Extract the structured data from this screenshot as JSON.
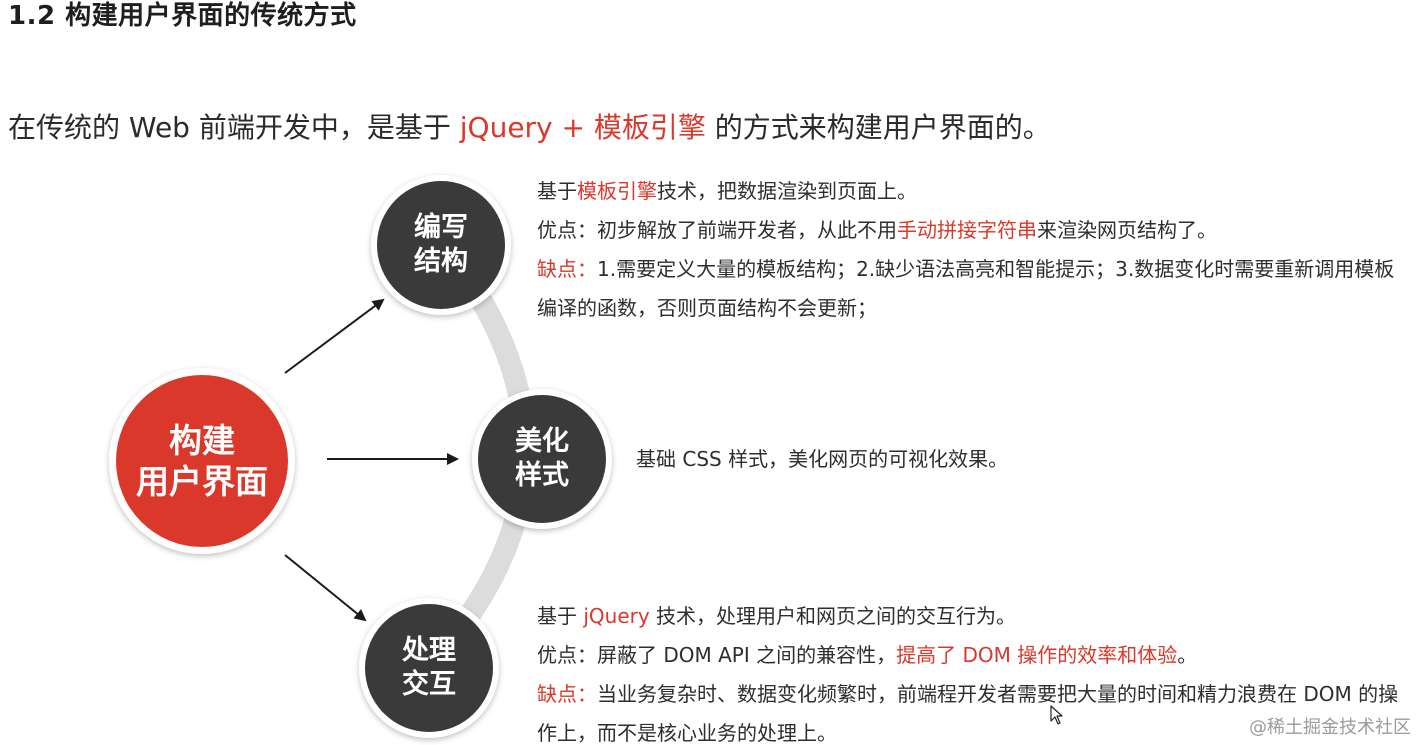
{
  "heading": "1.2 构建用户界面的传统方式",
  "intro": {
    "prefix": "在传统的 Web 前端开发中，是基于 ",
    "highlight": "jQuery + 模板引擎",
    "suffix": " 的方式来构建用户界面的。"
  },
  "center_node": {
    "label": "构建\n用户界面",
    "color": "#d9382b"
  },
  "nodes": [
    {
      "label": "编写\n结构",
      "color": "#3a3a3a"
    },
    {
      "label": "美化\n样式",
      "color": "#3a3a3a"
    },
    {
      "label": "处理\n交互",
      "color": "#3a3a3a"
    }
  ],
  "structure": {
    "line1_prefix": "基于",
    "line1_highlight": "模板引擎",
    "line1_suffix": "技术，把数据渲染到页面上。",
    "pros_label": "优点：",
    "pros_text": "初步解放了前端开发者，从此不用",
    "pros_highlight": "手动拼接字符串",
    "pros_suffix": "来渲染网页结构了。",
    "cons_label": "缺点：",
    "cons_text": "1.需要定义大量的模板结构；2.缺少语法高亮和智能提示；3.数据变化时需要重新调用模板编译的函数，否则页面结构不会更新；"
  },
  "style_text": "基础 CSS 样式，美化网页的可视化效果。",
  "interaction": {
    "line1_prefix": "基于 ",
    "line1_highlight": "jQuery",
    "line1_suffix": " 技术，处理用户和网页之间的交互行为。",
    "pros_label": "优点：",
    "pros_text": "屏蔽了 DOM API 之间的兼容性，",
    "pros_highlight": "提高了 DOM 操作的效率和体验",
    "pros_suffix": "。",
    "cons_label": "缺点：",
    "cons_text": "当业务复杂时、数据变化频繁时，前端程开发者需要把大量的时间和精力浪费在  DOM 的操作上，而不是核心业务的处理上。"
  },
  "watermark": "@稀土掘金技术社区",
  "colors": {
    "accent": "#d9382b",
    "node_dark": "#3a3a3a",
    "arc": "#dcdcdc"
  }
}
